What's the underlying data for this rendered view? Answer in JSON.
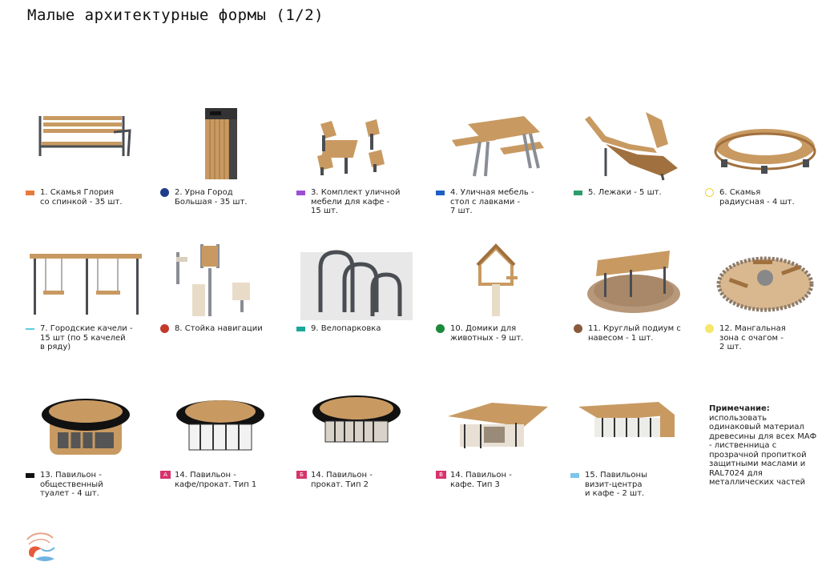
{
  "page": {
    "title": "Малые архитектурные формы (1/2)"
  },
  "items": [
    {
      "label": "1. Скамья Глория\nсо спинкой - 35 шт.",
      "color": "#e8793a",
      "marker": "square",
      "icon": "bench-icon"
    },
    {
      "label": "2. Урна Город\nБольшая - 35 шт.",
      "color": "#1f3d8a",
      "marker": "circle",
      "icon": "trash-bin-icon"
    },
    {
      "label": "3. Комплект уличной\nмебели для кафе -\n15 шт.",
      "color": "#9b4fd6",
      "marker": "square",
      "icon": "cafe-furniture-icon"
    },
    {
      "label": "4. Уличная мебель -\nстол с лавками -\n7 шт.",
      "color": "#1e5fc2",
      "marker": "square",
      "icon": "picnic-table-icon"
    },
    {
      "label": "5. Лежаки - 5 шт.",
      "color": "#2d9c6a",
      "marker": "square",
      "icon": "lounger-icon"
    },
    {
      "label": "6. Скамья\nрадиусная - 4 шт.",
      "color": "#f0d23a",
      "marker": "ring",
      "icon": "round-bench-icon"
    },
    {
      "label": "7. Городские качели -\n15 шт (по 5 качелей\nв ряду)",
      "color": "#5ccbe0",
      "marker": "line",
      "icon": "swing-icon"
    },
    {
      "label": "8. Стойка навигации",
      "color": "#c23a2c",
      "marker": "circle",
      "icon": "navigation-stand-icon"
    },
    {
      "label": "9. Велопарковка",
      "color": "#1aa89a",
      "marker": "square",
      "icon": "bike-rack-icon"
    },
    {
      "label": "10. Домики для\nживотных - 9 шт.",
      "color": "#1a8a3a",
      "marker": "circle",
      "icon": "animal-house-icon"
    },
    {
      "label": "11. Круглый подиум с\nнавесом - 1 шт.",
      "color": "#8a5a3c",
      "marker": "circle",
      "icon": "round-podium-icon"
    },
    {
      "label": "12. Мангальная\nзона с очагом -\n2 шт.",
      "color": "#f5e76a",
      "marker": "circle",
      "icon": "bbq-zone-icon"
    },
    {
      "label": "13. Павильон -\nобщественный\nтуалет - 4 шт.",
      "color": "#111111",
      "marker": "square",
      "icon": "toilet-pavilion-icon"
    },
    {
      "label": "14. Павильон -\nкафе/прокат. Тип 1",
      "color": "#d6336c",
      "marker": "letter",
      "letter": "А",
      "icon": "cafe-pavilion-icon"
    },
    {
      "label": "14. Павильон -\nпрокат. Тип 2",
      "color": "#d6336c",
      "marker": "letter",
      "letter": "Б",
      "icon": "rental-pavilion-icon"
    },
    {
      "label": "14. Павильон -\nкафе. Тип 3",
      "color": "#d6336c",
      "marker": "letter",
      "letter": "В",
      "icon": "cafe-pavilion-type3-icon"
    },
    {
      "label": "15. Павильоны\nвизит-центра\nи кафе - 2 шт.",
      "color": "#7cc6ec",
      "marker": "square",
      "icon": "visitor-center-icon"
    }
  ],
  "note": {
    "title": "Примечание:",
    "text": "использовать одинаковый материал древесины для всех МАФ - лиственница с прозрачной пропиткой защитными маслами и RAL7024 для металлических частей"
  },
  "logo": {
    "icon": "logo-icon"
  }
}
